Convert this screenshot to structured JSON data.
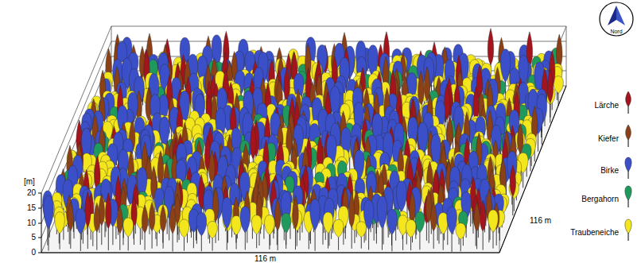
{
  "diagram": {
    "labels": [
      "[m]",
      "20",
      "15",
      "10",
      "5",
      "0",
      "116 m",
      "116 m",
      "Nord"
    ],
    "legend": [
      {
        "text": "Lärche",
        "color": "#a3141c"
      },
      {
        "text": "Kiefer",
        "color": "#8c4016"
      },
      {
        "text": "Birke",
        "color": "#3b4fc8"
      },
      {
        "text": "Bergahorn",
        "color": "#1f9a5c"
      },
      {
        "text": "Traubeneiche",
        "color": "#f3e61c"
      }
    ]
  }
}
